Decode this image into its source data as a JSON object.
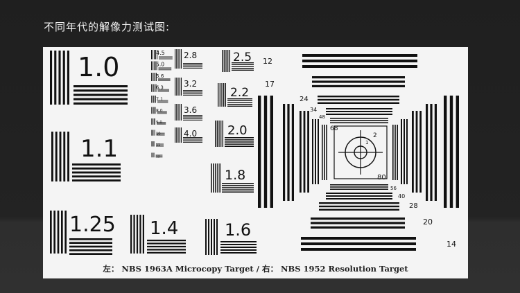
{
  "heading": "不同年代的解像力测试图:",
  "caption": {
    "left_prefix": "左",
    "left_text": "NBS 1963A Microcopy Target",
    "right_prefix": "右",
    "right_text": "NBS 1952 Resolution Target"
  },
  "left_target": {
    "big_labels": [
      "1.0",
      "1.1",
      "1.25",
      "1.4",
      "1.6"
    ],
    "mid_labels": [
      "2.5",
      "2.2",
      "2.0",
      "1.8"
    ],
    "col_labels": [
      "2.8",
      "3.2",
      "3.6",
      "4.0"
    ],
    "small_labels": [
      "4.5",
      "5.0",
      "5.6",
      "6.3",
      "7.1",
      "8.0",
      "9.0",
      "10",
      "11",
      "12"
    ]
  },
  "right_target": {
    "labels": [
      "12",
      "17",
      "24",
      "34",
      "48",
      "68",
      "2",
      "1",
      "80",
      "56",
      "40",
      "28",
      "20",
      "14"
    ]
  }
}
